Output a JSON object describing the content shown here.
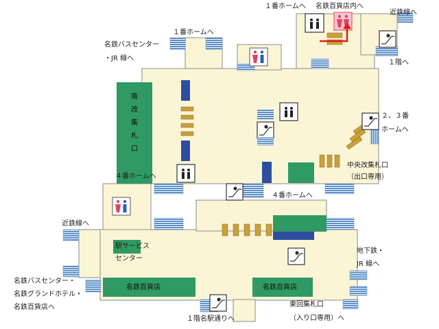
{
  "colors": {
    "floor": "#fbf5d6",
    "outline": "#8a8a8a",
    "stairs": "#5b8fc7",
    "gates": "#2f9a63",
    "bench": "#c8a03c",
    "pillar": "#2d4e9e",
    "restroom": "#e0455f",
    "route": "#e41b1b"
  },
  "icons": [
    "elevator-icon",
    "escalator-icon",
    "restroom-icon",
    "stairs",
    "ticket-gate",
    "bench",
    "pillar"
  ],
  "labels": {
    "platform1_top": "１番ホームへ",
    "dept_inside": "名鉄百貨店内へ",
    "kintetsu_top": "近鉄線へ",
    "platform1_mid": "１番ホームへ",
    "meitetsu_bus_jr_1": "名鉄バスセンター",
    "meitetsu_bus_jr_2": "・JR 線へ",
    "floor1_up": "１階へ",
    "south_gate": "南改集札口",
    "platform23_1": "２、３番",
    "platform23_2": "ホームへ",
    "central_gate_1": "中央改集札口",
    "central_gate_2": "（出口専用）",
    "platform4_left": "４番ホームへ",
    "platform4_mid": "４番ホームへ",
    "kintetsu_left": "近鉄線へ",
    "service_center_1": "駅サービス",
    "service_center_2": "センター",
    "subway_jr_1": "地下鉄・",
    "subway_jr_2": "JR 線へ",
    "bus_hotel_1": "名鉄バスセンター・",
    "bus_hotel_2": "名鉄グランドホテル・",
    "bus_hotel_3": "名鉄百貨店へ",
    "dept_left": "名鉄百貨店",
    "dept_right": "名鉄百貨店",
    "east_gate_1": "東回集札口",
    "east_gate_2": "（入り口専用）へ",
    "meieki_street": "１階名駅通りへ"
  }
}
